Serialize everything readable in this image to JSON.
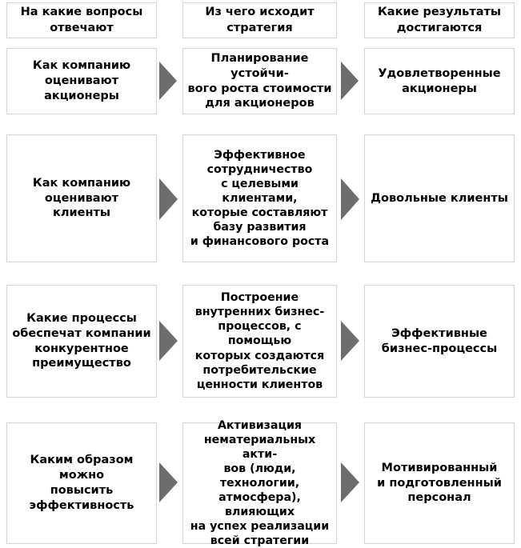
{
  "diagram": {
    "type": "strategy-map-grid",
    "columns": 3,
    "content_rows": 4,
    "colors": {
      "background": "#ffffff",
      "box_border": "#d4d4d4",
      "box_fill": "#ffffff",
      "text": "#000000",
      "arrow": "#6d6d6d"
    },
    "headers": [
      {
        "id": "header-questions",
        "label": "На какие вопросы\nотвечают"
      },
      {
        "id": "header-strategy-source",
        "label": "Из чего исходит\nстратегия"
      },
      {
        "id": "header-results",
        "label": "Какие результаты\nдостигаются"
      }
    ],
    "rows": [
      {
        "id": "row-shareholders",
        "question": "Как компанию\nоценивают\nакционеры",
        "strategy": "Планирование устойчи-\nвого роста стоимости\nдля акционеров",
        "result": "Удовлетворенные\nакционеры"
      },
      {
        "id": "row-clients",
        "question": "Как компанию\nоценивают\nклиенты",
        "strategy": "Эффективное\nсотрудничество\nс целевыми\nклиентами,\nкоторые составляют\nбазу развития\nи финансового роста",
        "result": "Довольные клиенты"
      },
      {
        "id": "row-processes",
        "question": "Какие процессы\nобеспечат компании\nконкурентное\nпреимущество",
        "strategy": "Построение\nвнутренних бизнес-\nпроцессов, с помощью\nкоторых создаются\nпотребительские\nценности клиентов",
        "result": "Эффективные\nбизнес-процессы"
      },
      {
        "id": "row-effectiveness",
        "question": "Каким образом можно\nповысить\nэффективность",
        "strategy": "Активизация\nнематериальных акти-\nвов (люди, технологии,\nатмосфера), влияющих\nна успех реализации\nвсей стратегии",
        "result": "Мотивированный\nи подготовленный\nперсонал"
      }
    ],
    "arrows": [
      {
        "id": "arrow-r1-c1-c2",
        "direction": "right"
      },
      {
        "id": "arrow-r1-c2-c3",
        "direction": "right"
      },
      {
        "id": "arrow-r2-c1-c2",
        "direction": "right"
      },
      {
        "id": "arrow-r2-c2-c3",
        "direction": "right"
      },
      {
        "id": "arrow-r3-c1-c2",
        "direction": "right"
      },
      {
        "id": "arrow-r3-c2-c3",
        "direction": "right"
      },
      {
        "id": "arrow-r4-c1-c2",
        "direction": "right"
      },
      {
        "id": "arrow-r4-c2-c3",
        "direction": "right"
      }
    ]
  }
}
